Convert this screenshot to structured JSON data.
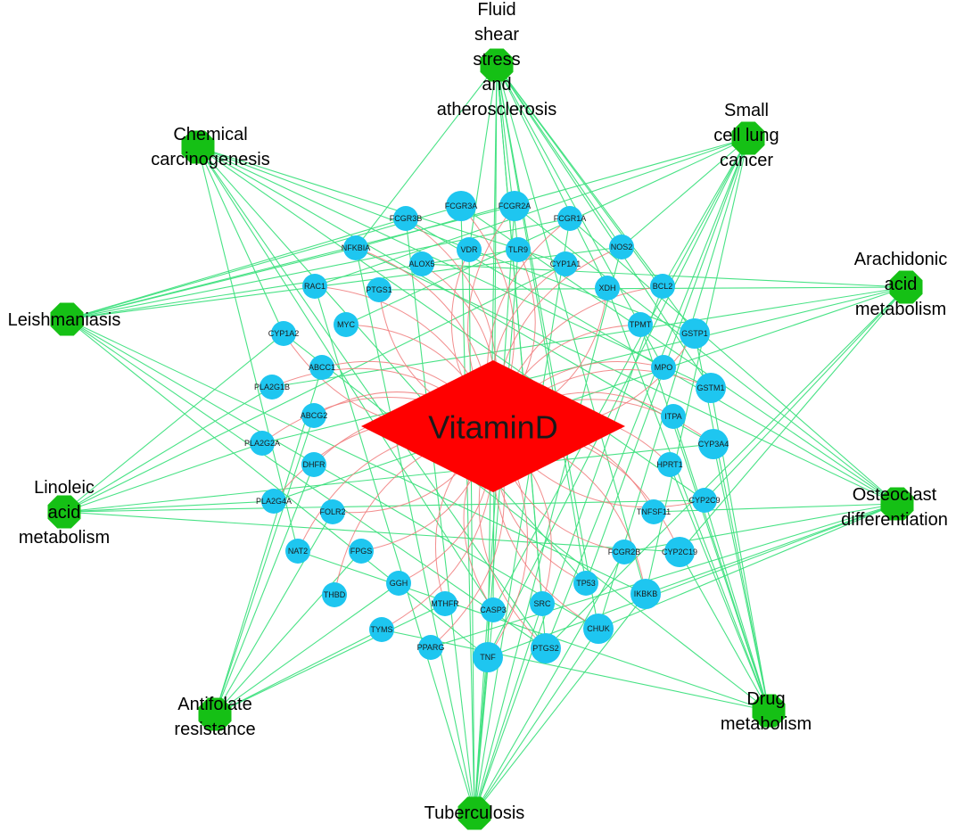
{
  "colors": {
    "center": "#ff0000",
    "gene": "#1ec6f0",
    "pathway": "#15c015",
    "gene_pathway_edge": "#3ee07e",
    "compound_gene_edge": "#f07a7a"
  },
  "center": {
    "label": "VitaminD",
    "shape": "diamond"
  },
  "pathways": [
    {
      "id": "fluid",
      "lines": [
        "Fluid",
        "shear",
        "stress",
        "and",
        "atherosclerosis"
      ]
    },
    {
      "id": "sclc",
      "lines": [
        "Small",
        "cell lung",
        "cancer"
      ]
    },
    {
      "id": "arach",
      "lines": [
        "Arachidonic",
        "acid",
        "metabolism"
      ]
    },
    {
      "id": "osteo",
      "lines": [
        "Osteoclast",
        "differentiation"
      ]
    },
    {
      "id": "drug",
      "lines": [
        "Drug",
        "metabolism"
      ]
    },
    {
      "id": "tb",
      "lines": [
        "Tuberculosis"
      ]
    },
    {
      "id": "antifol",
      "lines": [
        "Antifolate",
        "resistance"
      ]
    },
    {
      "id": "linoleic",
      "lines": [
        "Linoleic",
        "acid",
        "metabolism"
      ]
    },
    {
      "id": "leish",
      "lines": [
        "Leishmaniasis"
      ]
    },
    {
      "id": "chem",
      "lines": [
        "Chemical",
        "carcinogenesis"
      ]
    }
  ],
  "genes": [
    "FCGR3A",
    "FCGR2A",
    "FCGR3B",
    "FCGR1A",
    "NFKBIA",
    "VDR",
    "TLR9",
    "NOS2",
    "ALOX5",
    "CYP1A1",
    "RAC1",
    "PTGS1",
    "XDH",
    "BCL2",
    "MYC",
    "TPMT",
    "GSTP1",
    "CYP1A2",
    "ABCC1",
    "MPO",
    "PLA2G1B",
    "GSTM1",
    "ABCG2",
    "ITPA",
    "PLA2G2A",
    "CYP3A4",
    "DHFR",
    "HPRT1",
    "PLA2G4A",
    "FOLR2",
    "CYP2C9",
    "TNFSF11",
    "NAT2",
    "FPGS",
    "FCGR2B",
    "CYP2C19",
    "TP53",
    "IKBKB",
    "THBD",
    "GGH",
    "MTHFR",
    "SRC",
    "CASP3",
    "TYMS",
    "CHUK",
    "PPARG",
    "PTGS2",
    "TNF"
  ]
}
